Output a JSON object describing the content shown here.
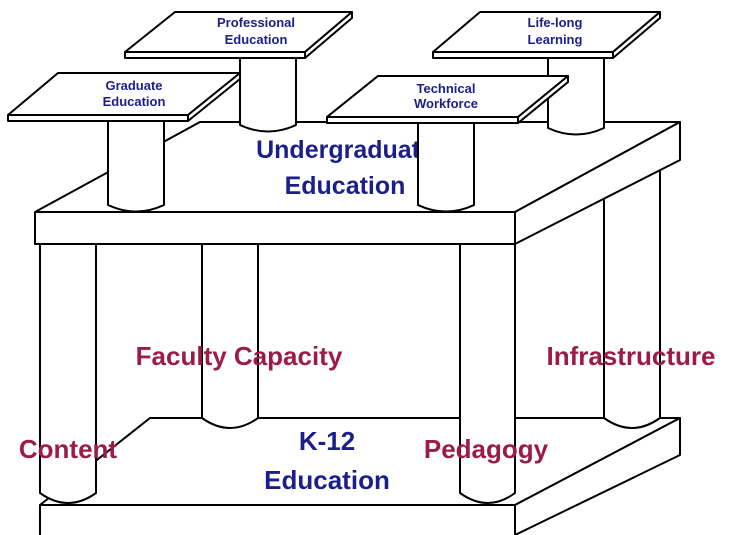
{
  "colors": {
    "label_blue": "#1b1f8a",
    "label_red": "#9c1c45",
    "line": "#000000",
    "fill": "#ffffff"
  },
  "top_level": {
    "professional": [
      "Professional",
      "Education"
    ],
    "lifelong": [
      "Life-long",
      "Learning"
    ],
    "graduate": [
      "Graduate",
      "Education"
    ],
    "technical": [
      "Technical",
      "Workforce"
    ]
  },
  "middle_level": [
    "Undergraduate",
    "Education"
  ],
  "supports": {
    "faculty_capacity": "Faculty Capacity",
    "infrastructure": "Infrastructure",
    "content": "Content",
    "pedagogy": "Pedagogy"
  },
  "base_level": [
    "K-12",
    "Education"
  ]
}
